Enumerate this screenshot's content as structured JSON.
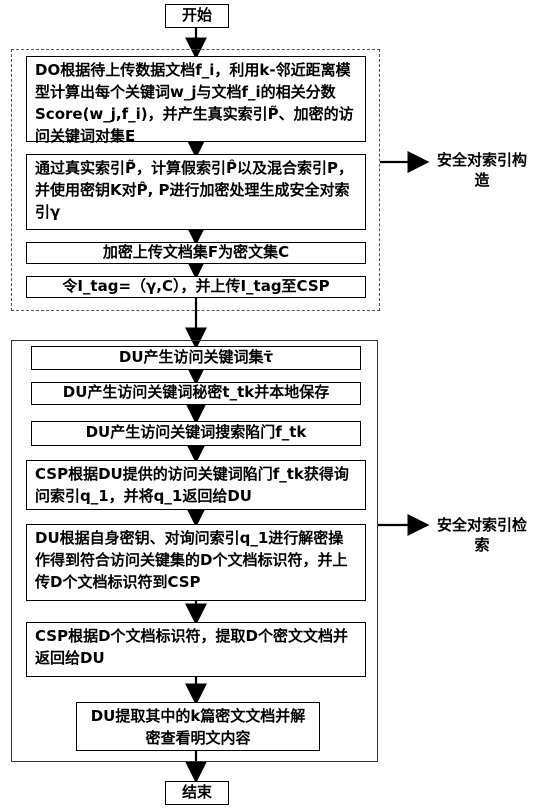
{
  "start": "开始",
  "end": "结束",
  "groups": {
    "construct_label": "安全对索引构造",
    "retrieve_label": "安全对索引检索"
  },
  "construct_steps": {
    "s1": "DO根据待上传数据文档f_i，利用k-邻近距离模型计算出每个关键词w_j与文档f_i的相关分数Score(w_j,f_i)，并产生真实索引P̃、加密的访问关键词对集E",
    "s2": "通过真实索引P̃，计算假索引P̂以及混合索引P，并使用密钥K对P̂, P进行加密处理生成安全对索引γ",
    "s3": "加密上传文档集F为密文集C",
    "s4": "令I_tag=（γ,C），并上传I_tag至CSP"
  },
  "retrieve_steps": {
    "s1": "DU产生访问关键词集τ̄",
    "s2": "DU产生访问关键词秘密t_tk并本地保存",
    "s3": "DU产生访问关键词搜索陷门f_tk",
    "s4": "CSP根据DU提供的访问关键词陷门f_tk获得询问索引q_1，并将q_1返回给DU",
    "s5": "DU根据自身密钥、对询问索引q_1进行解密操作得到符合访问关键集的D个文档标识符，并上传D个文档标识符到CSP",
    "s6": "CSP根据D个文档标识符，提取D个密文文档并返回给DU",
    "s7": "DU提取其中的k篇密文文档并解密查看明文内容"
  }
}
